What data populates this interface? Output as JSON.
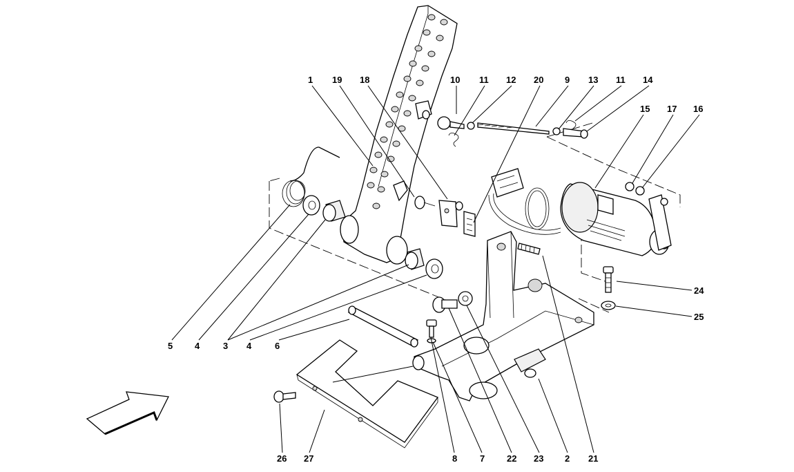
{
  "callouts": [
    {
      "id": "c1",
      "text": "1"
    },
    {
      "id": "c19",
      "text": "19"
    },
    {
      "id": "c18",
      "text": "18"
    },
    {
      "id": "c10",
      "text": "10"
    },
    {
      "id": "c11a",
      "text": "11"
    },
    {
      "id": "c12",
      "text": "12"
    },
    {
      "id": "c20",
      "text": "20"
    },
    {
      "id": "c9",
      "text": "9"
    },
    {
      "id": "c13",
      "text": "13"
    },
    {
      "id": "c11b",
      "text": "11"
    },
    {
      "id": "c14",
      "text": "14"
    },
    {
      "id": "c15",
      "text": "15"
    },
    {
      "id": "c17",
      "text": "17"
    },
    {
      "id": "c16",
      "text": "16"
    },
    {
      "id": "c24",
      "text": "24"
    },
    {
      "id": "c25",
      "text": "25"
    },
    {
      "id": "c5",
      "text": "5"
    },
    {
      "id": "c4a",
      "text": "4"
    },
    {
      "id": "c3",
      "text": "3"
    },
    {
      "id": "c4b",
      "text": "4"
    },
    {
      "id": "c6",
      "text": "6"
    },
    {
      "id": "c26",
      "text": "26"
    },
    {
      "id": "c27",
      "text": "27"
    },
    {
      "id": "c8",
      "text": "8"
    },
    {
      "id": "c7",
      "text": "7"
    },
    {
      "id": "c22",
      "text": "22"
    },
    {
      "id": "c23",
      "text": "23"
    },
    {
      "id": "c2",
      "text": "2"
    },
    {
      "id": "c21",
      "text": "21"
    }
  ],
  "icons": {
    "direction_arrow": "direction-arrow-icon"
  }
}
